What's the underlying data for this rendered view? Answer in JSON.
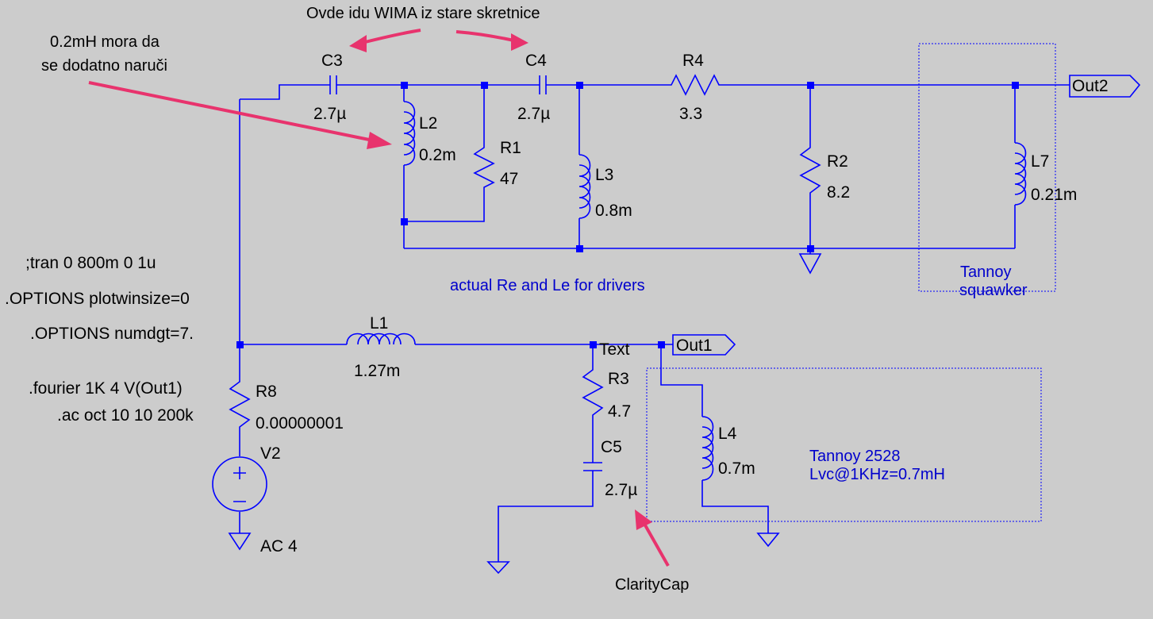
{
  "annotations": {
    "wima_note": "Ovde idu WIMA iz stare skretnice",
    "inductor_note_line1": "0.2mH mora da",
    "inductor_note_line2": "se dodatno naruči",
    "claritycap_note": "ClarityCap",
    "drivers_note": "actual Re and Le for drivers",
    "squawker_line1": "Tannoy",
    "squawker_line2": "squawker",
    "woofer_line1": "Tannoy 2528",
    "woofer_line2": "Lvc@1KHz=0.7mH"
  },
  "directives": {
    "tran": ";tran 0 800m 0 1u",
    "plotwinsize": ".OPTIONS plotwinsize=0",
    "numdgt": ".OPTIONS numdgt=7.",
    "fourier": ".fourier 1K 4 V(Out1)",
    "ac": ".ac oct 10 10 200k"
  },
  "components": {
    "C3": {
      "name": "C3",
      "value": "2.7µ"
    },
    "C4": {
      "name": "C4",
      "value": "2.7µ"
    },
    "R4": {
      "name": "R4",
      "value": "3.3"
    },
    "L2": {
      "name": "L2",
      "value": "0.2m"
    },
    "R1": {
      "name": "R1",
      "value": "47"
    },
    "L3": {
      "name": "L3",
      "value": "0.8m"
    },
    "R2": {
      "name": "R2",
      "value": "8.2"
    },
    "L7": {
      "name": "L7",
      "value": "0.21m"
    },
    "L1": {
      "name": "L1",
      "value": "1.27m"
    },
    "R3": {
      "name": "R3",
      "value": "4.7"
    },
    "C5": {
      "name": "C5",
      "value": "2.7µ"
    },
    "L4": {
      "name": "L4",
      "value": "0.7m"
    },
    "R8": {
      "name": "R8",
      "value": "0.00000001"
    },
    "V2": {
      "name": "V2",
      "value": "AC 4"
    }
  },
  "nets": {
    "out1": "Out1",
    "out2": "Out2",
    "text_label": "Text"
  },
  "colors": {
    "background": "#cccccc",
    "wire": "#0000ff",
    "annotation_arrow": "#e8336d",
    "comment_text": "#0000cc"
  }
}
